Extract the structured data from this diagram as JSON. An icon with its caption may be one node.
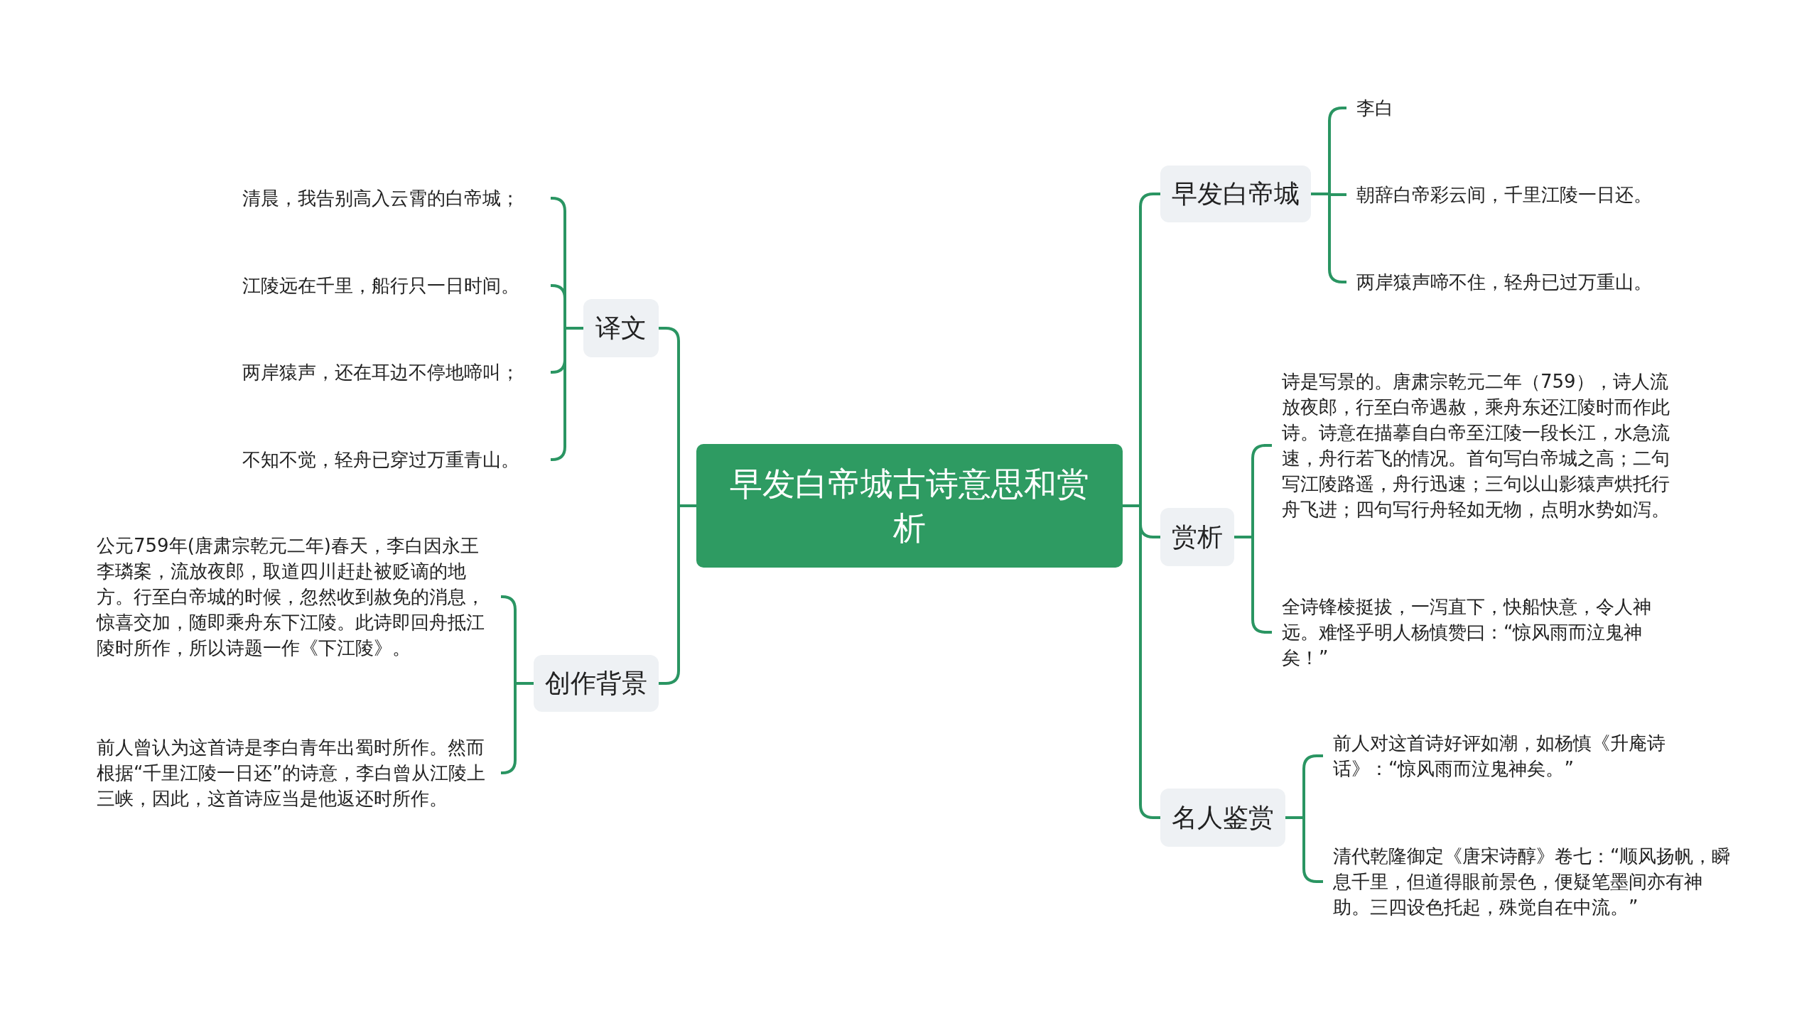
{
  "diagram": {
    "nodes": [
      {
        "text": [
          "早发白帝城古诗意思和赏析"
        ]
      },
      {
        "text": [
          "译文"
        ]
      },
      {
        "text": [
          "清晨，我告别高入云霄的白帝城；"
        ]
      },
      {
        "text": [
          "江陵远在千里，船行只一日时间。"
        ]
      },
      {
        "text": [
          "两岸猿声，还在耳边不停地啼叫；"
        ]
      },
      {
        "text": [
          "不知不觉，轻舟已穿过万重青山。"
        ]
      },
      {
        "text": [
          "创作背景"
        ]
      },
      {
        "text": [
          "公元759年(唐肃宗乾元二年)春天，李白因永王李璘案，流放夜郎，取道四川赶赴被贬谪的地方。行至白帝城的时候，忽然收到赦免的消息，惊喜交加，随即乘舟东下江陵。此诗即回舟抵江陵时所作，所以诗题一作《下江陵》。"
        ]
      },
      {
        "text": [
          "前人曾认为这首诗是李白青年出蜀时所作。然而根据“千里江陵一日还”的诗意，李白曾从江陵上三峡，因此，这首诗应当是他返还时所作。"
        ]
      },
      {
        "text": [
          "早发白帝城"
        ]
      },
      {
        "text": [
          "李白"
        ]
      },
      {
        "text": [
          "朝辞白帝彩云间，千里江陵一日还。"
        ]
      },
      {
        "text": [
          "两岸猿声啼不住，轻舟已过万重山。"
        ]
      },
      {
        "text": [
          "赏析"
        ]
      },
      {
        "text": [
          "诗是写景的。唐肃宗乾元二年（759），诗人流放夜郎，行至白帝遇赦，乘舟东还江陵时而作此诗。诗意在描摹自白帝至江陵一段长江，水急流速，舟行若飞的情况。首句写白帝城之高；二句写江陵路遥，舟行迅速；三句以山影猿声烘托行舟飞进；四句写行舟轻如无物，点明水势如泻。"
        ]
      },
      {
        "text": [
          "全诗锋棱挺拔，一泻直下，快船快意，令人神远。难怪乎明人杨慎赞曰：“惊风雨而泣鬼神矣！”"
        ]
      },
      {
        "text": [
          "名人鉴赏"
        ]
      },
      {
        "text": [
          "前人对这首诗好评如潮，如杨慎《升庵诗话》：“惊风雨而泣鬼神矣。”"
        ]
      },
      {
        "text": [
          "清代乾隆御定《唐宋诗醇》卷七：“顺风扬帆，瞬息千里，但道得眼前景色，便疑笔墨间亦有神助。三四设色托起，殊觉自在中流。”"
        ]
      }
    ],
    "edges": [
      {
        "from": 0,
        "to": 1,
        "arrow": "none"
      },
      {
        "from": 1,
        "to": 2,
        "arrow": "none"
      },
      {
        "from": 1,
        "to": 3,
        "arrow": "none"
      },
      {
        "from": 1,
        "to": 4,
        "arrow": "none"
      },
      {
        "from": 1,
        "to": 5,
        "arrow": "none"
      },
      {
        "from": 0,
        "to": 6,
        "arrow": "none"
      },
      {
        "from": 6,
        "to": 7,
        "arrow": "none"
      },
      {
        "from": 6,
        "to": 8,
        "arrow": "none"
      },
      {
        "from": 0,
        "to": 9,
        "arrow": "none"
      },
      {
        "from": 9,
        "to": 10,
        "arrow": "none"
      },
      {
        "from": 9,
        "to": 11,
        "arrow": "none"
      },
      {
        "from": 9,
        "to": 12,
        "arrow": "none"
      },
      {
        "from": 0,
        "to": 13,
        "arrow": "none"
      },
      {
        "from": 13,
        "to": 14,
        "arrow": "none"
      },
      {
        "from": 13,
        "to": 15,
        "arrow": "none"
      },
      {
        "from": 0,
        "to": 16,
        "arrow": "none"
      },
      {
        "from": 16,
        "to": 17,
        "arrow": "none"
      },
      {
        "from": 16,
        "to": 18,
        "arrow": "none"
      }
    ]
  }
}
